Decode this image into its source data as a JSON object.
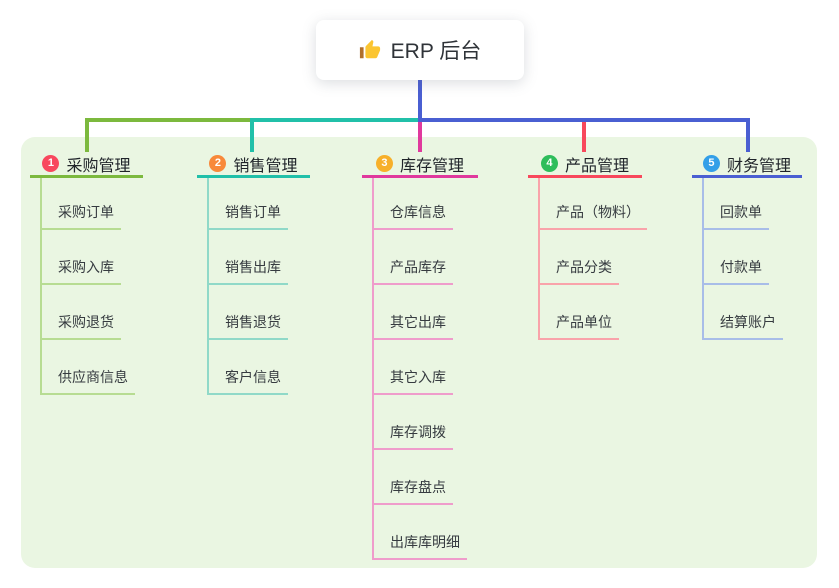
{
  "root": {
    "label": "ERP 后台",
    "icon": "thumbs-up-icon",
    "icon_colors": {
      "hand": "#fbc531",
      "cuff": "#b06f2c"
    }
  },
  "canvas": {
    "panel_color": "#eaf6e2",
    "background_color": "#ffffff"
  },
  "branches": [
    {
      "badge": "1",
      "label": "采购管理",
      "badge_color": "#f8485e",
      "line_color": "#7cb93e",
      "child_line_color": "#b7dc92",
      "children": [
        "采购订单",
        "采购入库",
        "采购退货",
        "供应商信息"
      ]
    },
    {
      "badge": "2",
      "label": "销售管理",
      "badge_color": "#f8893a",
      "line_color": "#21c0a9",
      "child_line_color": "#90d9c8",
      "children": [
        "销售订单",
        "销售出库",
        "销售退货",
        "客户信息"
      ]
    },
    {
      "badge": "3",
      "label": "库存管理",
      "badge_color": "#f7b02a",
      "line_color": "#e0399d",
      "child_line_color": "#ef9ccb",
      "children": [
        "仓库信息",
        "产品库存",
        "其它出库",
        "其它入库",
        "库存调拨",
        "库存盘点",
        "出库库明细"
      ]
    },
    {
      "badge": "4",
      "label": "产品管理",
      "badge_color": "#2ebd5b",
      "line_color": "#f8485c",
      "child_line_color": "#f9a3aa",
      "children": [
        "产品（物料）",
        "产品分类",
        "产品单位"
      ]
    },
    {
      "badge": "5",
      "label": "财务管理",
      "badge_color": "#339fe8",
      "line_color": "#4a5fd2",
      "child_line_color": "#a8bde8",
      "children": [
        "回款单",
        "付款单",
        "结算账户"
      ]
    }
  ]
}
